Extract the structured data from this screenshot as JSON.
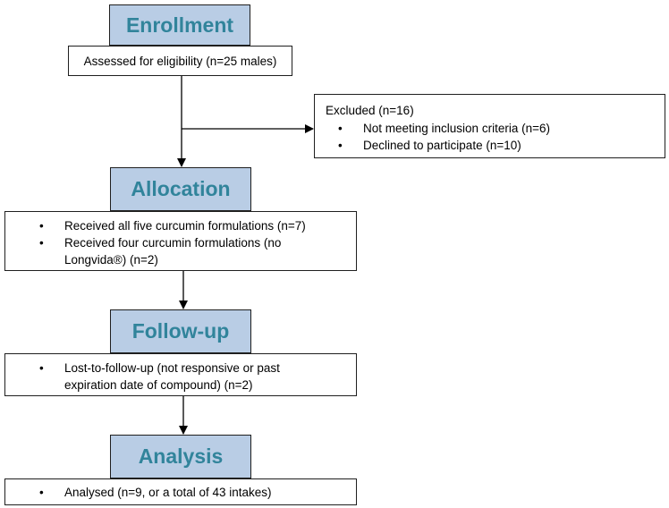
{
  "enrollment": {
    "title": "Enrollment",
    "assessed": "Assessed for eligibility (n=25 males)"
  },
  "excluded": {
    "title": "Excluded (n=16)",
    "items": [
      "Not meeting inclusion criteria (n=6)",
      "Declined to participate (n=10)"
    ]
  },
  "allocation": {
    "title": "Allocation",
    "items": [
      "Received all five curcumin formulations (n=7)",
      "Received four curcumin formulations (no Longvida®) (n=2)"
    ]
  },
  "followup": {
    "title": "Follow-up",
    "items": [
      "Lost-to-follow-up (not responsive or past expiration date of compound) (n=2)"
    ]
  },
  "analysis": {
    "title": "Analysis",
    "items": [
      "Analysed (n=9, or a total of 43 intakes)"
    ]
  },
  "bullet_symbol": "•",
  "colors": {
    "header_fill": "#b9cde5",
    "header_text": "#31849b",
    "border": "#1f1f1f"
  }
}
